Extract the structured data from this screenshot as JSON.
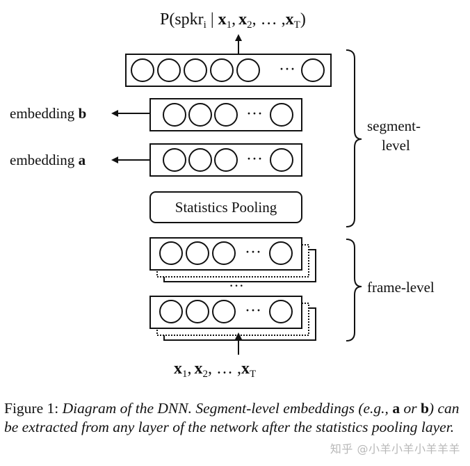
{
  "diagram": {
    "output_label": {
      "prefix": "P(spkr",
      "sub_i": "i",
      "bar": " | ",
      "x": "x",
      "sub_1": "1",
      "sub_2": "2",
      "sub_T": "T",
      "comma": ",",
      "ellipsis": "…",
      "suffix": ")"
    },
    "ellipsis_dots": "···",
    "embedding_b": {
      "text": "embedding ",
      "var": "b"
    },
    "embedding_a": {
      "text": "embedding ",
      "var": "a"
    },
    "statistics_pooling": "Statistics Pooling",
    "segment_level": {
      "line1": "segment-",
      "line2": "level"
    },
    "frame_level": "frame-level",
    "input_label": {
      "x": "x",
      "sub_1": "1",
      "sub_2": "2",
      "sub_T": "T",
      "comma": ",",
      "ellipsis": "…"
    }
  },
  "caption": {
    "prefix": "Figure 1: ",
    "part1": "Diagram of the DNN. Segment-level embeddings (e.g.,",
    "var_a": "a",
    "or": " or ",
    "var_b": "b",
    "part2": ") can be extracted from any layer of the network after the statistics pooling layer."
  },
  "watermark": "知乎 @小羊小羊小羊羊羊"
}
